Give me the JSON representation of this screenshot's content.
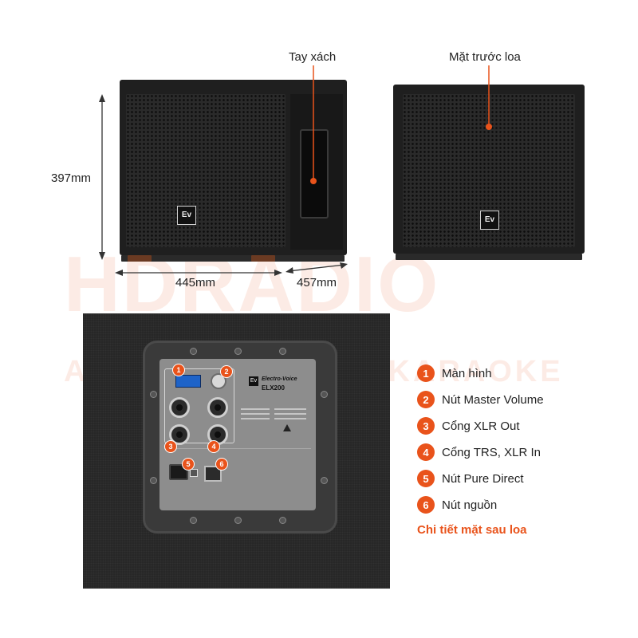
{
  "annotations": {
    "handle": "Tay xách",
    "front": "Mặt trước loa"
  },
  "dimensions": {
    "height": "397mm",
    "width": "445mm",
    "depth": "457mm"
  },
  "watermark": {
    "brand": "HDRADIO",
    "tagline": "AUDIO - CINEMA - KARAOKE"
  },
  "speaker_logo": "Ev",
  "panel": {
    "brand": "Electro-Voice",
    "model": "ELX200"
  },
  "legend": {
    "items": [
      {
        "num": "1",
        "label": "Màn hình"
      },
      {
        "num": "2",
        "label": "Nút Master Volume"
      },
      {
        "num": "3",
        "label": "Cổng XLR Out"
      },
      {
        "num": "4",
        "label": "Cổng TRS, XLR In"
      },
      {
        "num": "5",
        "label": "Nút Pure Direct"
      },
      {
        "num": "6",
        "label": "Nút nguồn"
      }
    ],
    "caption": "Chi tiết mặt sau loa"
  },
  "colors": {
    "accent": "#e9531b",
    "caption": "#e9531b",
    "cabinet": "#1f1f1f"
  }
}
